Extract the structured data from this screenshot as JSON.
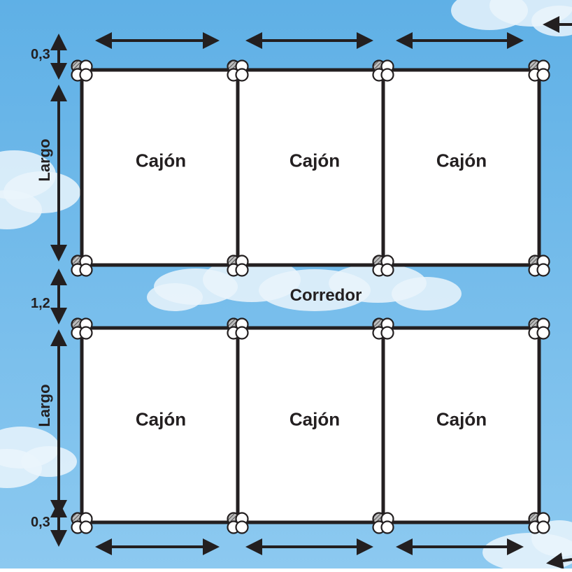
{
  "diagram": {
    "rows": [
      {
        "boxes": [
          {
            "label": "Cajón"
          },
          {
            "label": "Cajón"
          },
          {
            "label": "Cajón"
          }
        ]
      },
      {
        "boxes": [
          {
            "label": "Cajón"
          },
          {
            "label": "Cajón"
          },
          {
            "label": "Cajón"
          }
        ]
      }
    ],
    "corridor_label": "Corredor",
    "dimensions": {
      "top_margin": "0,3",
      "corridor_width": "1,2",
      "bottom_margin": "0,3",
      "row1_length": "Largo",
      "row2_length": "Largo"
    }
  },
  "colors": {
    "sky": "#7cc0ec",
    "line": "#231f20",
    "box_fill": "#ffffff",
    "hatched_circle": "#9a9a9a"
  }
}
